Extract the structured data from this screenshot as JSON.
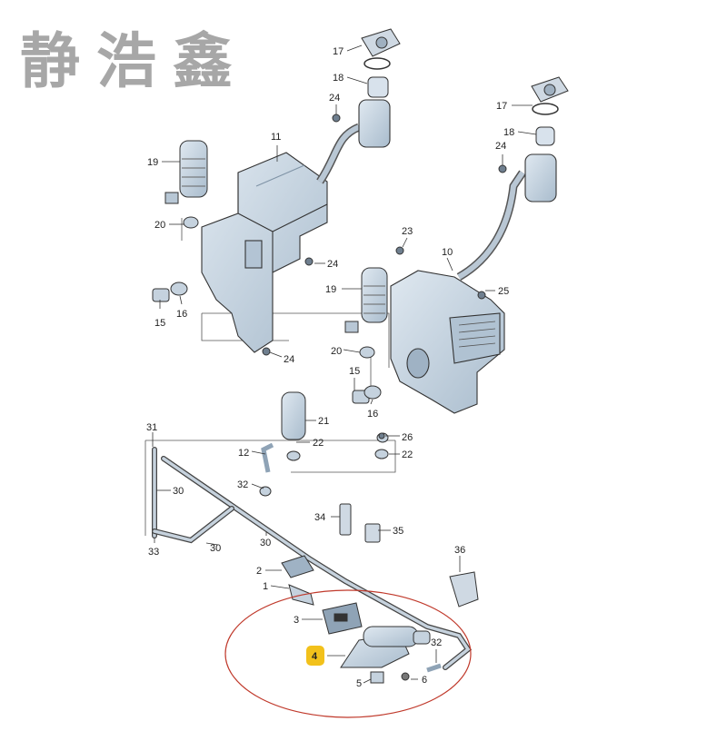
{
  "watermark": "静浩鑫",
  "colors": {
    "part_fill": "#c9d6e3",
    "part_dark": "#8fa3b6",
    "outline": "#333333",
    "highlight_circle": "#c0392b",
    "highlight_badge": "#f2c11b"
  },
  "callouts": [
    {
      "id": "c17a",
      "text": "17"
    },
    {
      "id": "c18a",
      "text": "18"
    },
    {
      "id": "c24a",
      "text": "24"
    },
    {
      "id": "c11",
      "text": "11"
    },
    {
      "id": "c19a",
      "text": "19"
    },
    {
      "id": "c20a",
      "text": "20"
    },
    {
      "id": "c15a",
      "text": "15"
    },
    {
      "id": "c16a",
      "text": "16"
    },
    {
      "id": "c24b",
      "text": "24"
    },
    {
      "id": "c24c",
      "text": "24"
    },
    {
      "id": "c17b",
      "text": "17"
    },
    {
      "id": "c18b",
      "text": "18"
    },
    {
      "id": "c24d",
      "text": "24"
    },
    {
      "id": "c23",
      "text": "23"
    },
    {
      "id": "c10",
      "text": "10"
    },
    {
      "id": "c25",
      "text": "25"
    },
    {
      "id": "c19b",
      "text": "19"
    },
    {
      "id": "c20b",
      "text": "20"
    },
    {
      "id": "c15b",
      "text": "15"
    },
    {
      "id": "c16b",
      "text": "16"
    },
    {
      "id": "c21",
      "text": "21"
    },
    {
      "id": "c12",
      "text": "12"
    },
    {
      "id": "c22a",
      "text": "22"
    },
    {
      "id": "c26",
      "text": "26"
    },
    {
      "id": "c22b",
      "text": "22"
    },
    {
      "id": "c31",
      "text": "31"
    },
    {
      "id": "c30a",
      "text": "30"
    },
    {
      "id": "c32a",
      "text": "32"
    },
    {
      "id": "c33",
      "text": "33"
    },
    {
      "id": "c30b",
      "text": "30"
    },
    {
      "id": "c30c",
      "text": "30"
    },
    {
      "id": "c34",
      "text": "34"
    },
    {
      "id": "c35",
      "text": "35"
    },
    {
      "id": "c36",
      "text": "36"
    },
    {
      "id": "c2",
      "text": "2"
    },
    {
      "id": "c1",
      "text": "1"
    },
    {
      "id": "c3",
      "text": "3"
    },
    {
      "id": "c4",
      "text": "4"
    },
    {
      "id": "c32b",
      "text": "32"
    },
    {
      "id": "c5",
      "text": "5"
    },
    {
      "id": "c6",
      "text": "6"
    }
  ]
}
